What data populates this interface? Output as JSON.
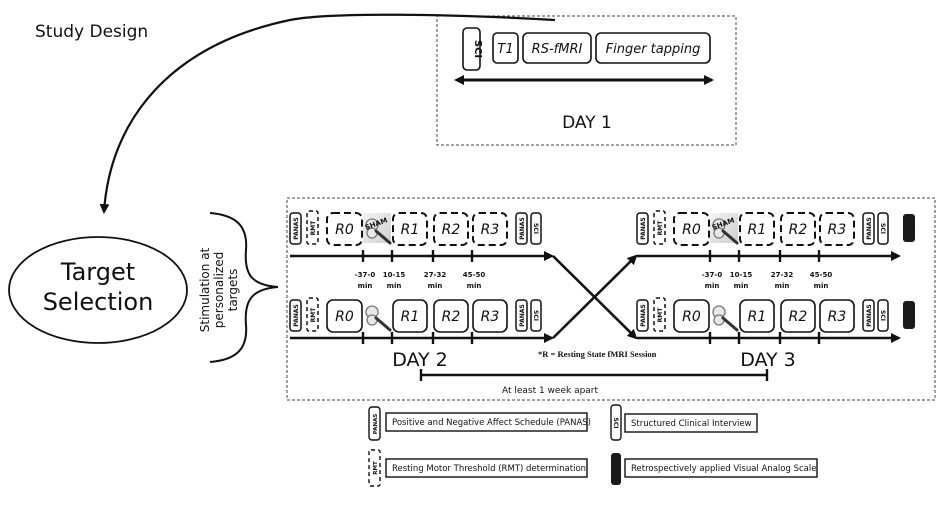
{
  "title": "Study Design",
  "day1": {
    "label": "DAY 1",
    "items": [
      "SCI",
      "T1",
      "RS-fMRI",
      "Finger tapping"
    ]
  },
  "target_selection": {
    "line1": "Target",
    "line2": "Selection"
  },
  "stimulation_label": [
    "Stimulation at",
    "personalized",
    "targets"
  ],
  "sessions": {
    "blocks": [
      "R0",
      "R1",
      "R2",
      "R3"
    ],
    "sham_label": "SHAM",
    "panas": "PANAS",
    "rmt": "RMT",
    "sci": "SCI",
    "times": [
      "-37-0",
      "10-15",
      "27-32",
      "45-50"
    ],
    "time_unit": "min"
  },
  "day2_label": "DAY 2",
  "day3_label": "DAY 3",
  "footnote": "*R = Resting State fMRI  Session",
  "interval_label": "At least 1 week apart",
  "legend": [
    {
      "icon": "PANAS",
      "text": "Positive and Negative Affect Schedule (PANAS)"
    },
    {
      "icon": "SCI",
      "text": "Structured Clinical Interview"
    },
    {
      "icon": "RMT",
      "text": "Resting Motor Threshold (RMT) determination"
    },
    {
      "icon": "VAS",
      "text": "Retrospectively applied Visual Analog Scale"
    }
  ]
}
